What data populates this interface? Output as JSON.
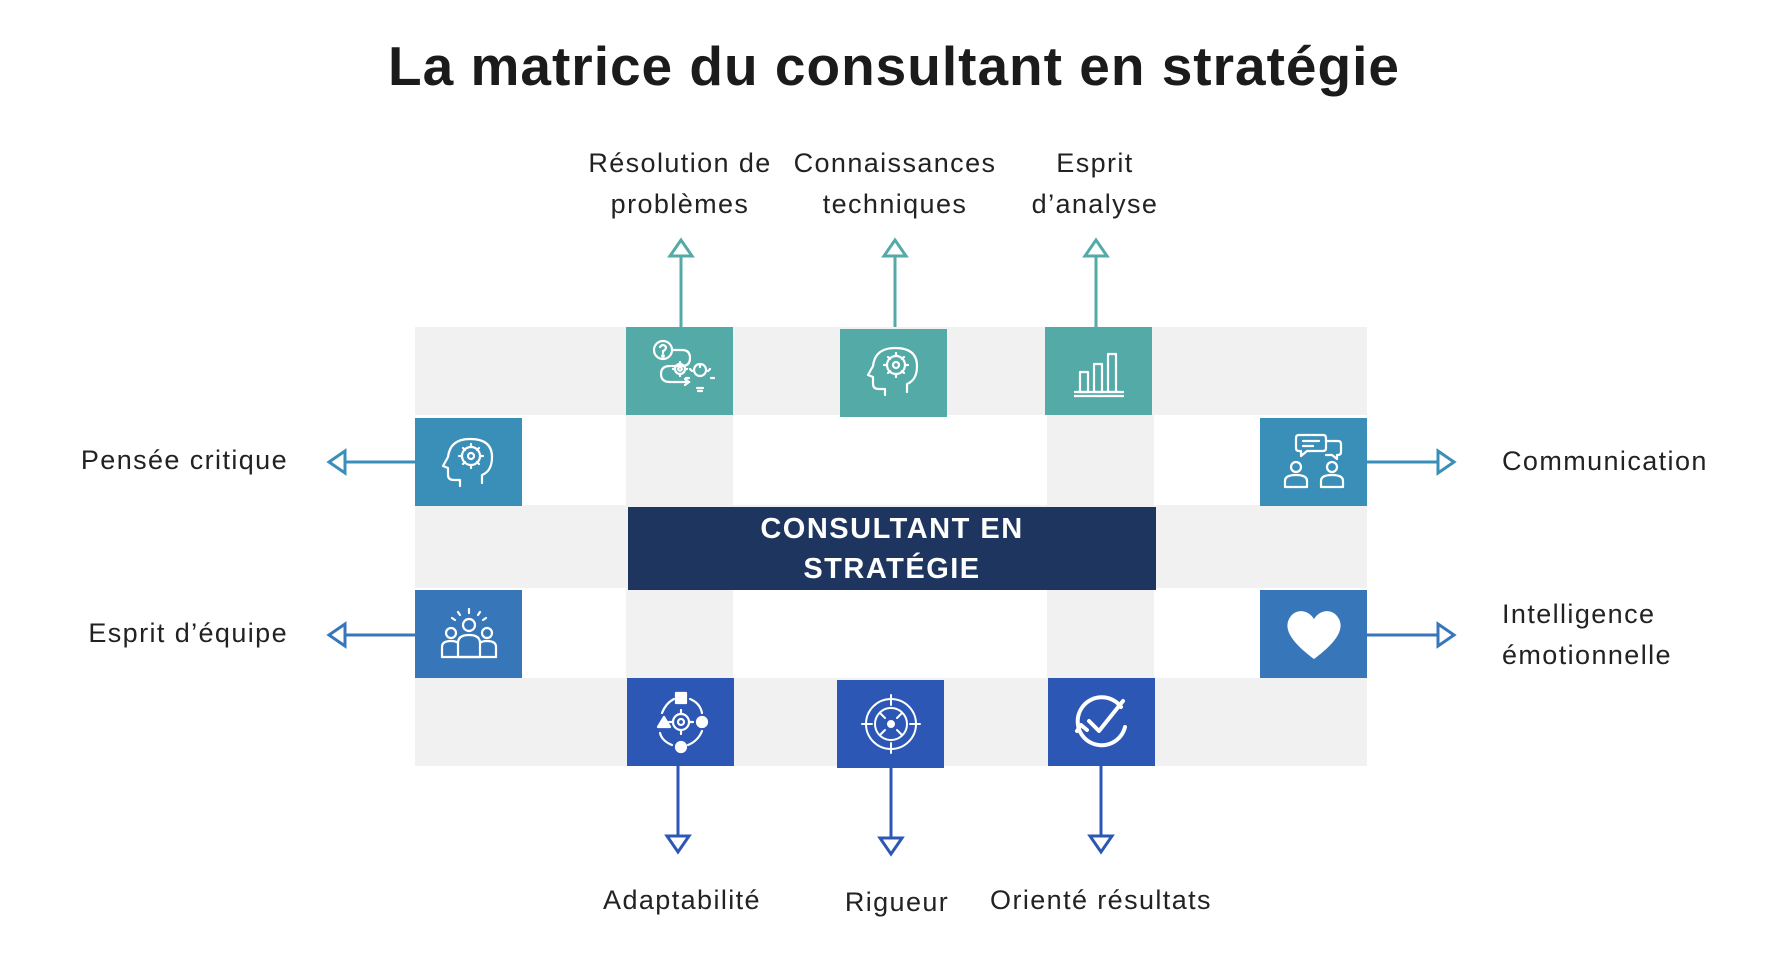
{
  "title": "La matrice du consultant en stratégie",
  "center_label": "CONSULTANT EN STRATÉGIE",
  "colors": {
    "teal": "#53aaa6",
    "sky": "#3a8fb9",
    "mid": "#3777b9",
    "royal": "#2c57b5",
    "navy": "#1e355f",
    "grid": "#f1f1f1"
  },
  "competencies": {
    "top": [
      {
        "label": "Résolution de problèmes",
        "icon": "problem-solving-icon"
      },
      {
        "label": "Connaissances techniques",
        "icon": "brain-head-icon"
      },
      {
        "label": "Esprit d’analyse",
        "icon": "bar-chart-icon"
      }
    ],
    "left": [
      {
        "label": "Pensée critique",
        "icon": "brain-head-icon"
      },
      {
        "label": "Esprit d’équipe",
        "icon": "team-icon"
      }
    ],
    "right": [
      {
        "label": "Communication",
        "icon": "conversation-icon"
      },
      {
        "label": "Intelligence émotionnelle",
        "icon": "heart-icon"
      }
    ],
    "bottom": [
      {
        "label": "Adaptabilité",
        "icon": "adaptability-cycle-icon"
      },
      {
        "label": "Rigueur",
        "icon": "target-icon"
      },
      {
        "label": "Orienté résultats",
        "icon": "check-circle-icon"
      }
    ]
  }
}
